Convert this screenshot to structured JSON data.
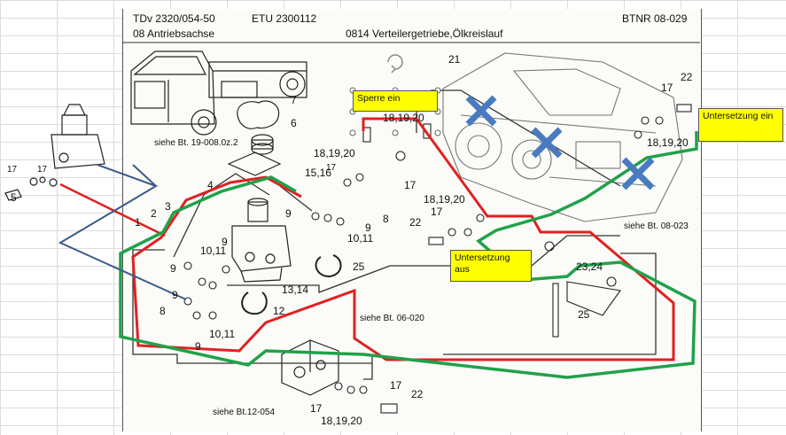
{
  "header": {
    "doc_code": "TDv 2320/054-50",
    "etu": "ETU 2300112",
    "btnr": "BTNR 08-029",
    "group": "08 Antriebsachse",
    "title": "0814 Verteilergetriebe,Ölkreislauf"
  },
  "notes": {
    "sperre": "Sperre ein",
    "untersetzung_ein": "Untersetzung ein",
    "untersetzung_aus": "Untersetzung aus"
  },
  "labels": {
    "l1": "1",
    "l2": "2",
    "l3": "3",
    "l4": "4",
    "l5": "5",
    "l6": "6",
    "l7": "7",
    "l8a": "8",
    "l8b": "8",
    "l9a": "9",
    "l9b": "9",
    "l9c": "9",
    "l9d": "9",
    "l9e": "9",
    "l9f": "9",
    "l1011a": "10,11",
    "l1011b": "10,11",
    "l1011c": "10,11",
    "l12": "12",
    "l1314": "13,14",
    "l1516": "15,16",
    "l17a": "17",
    "l17b": "17",
    "l17c": "17",
    "l17d": "17",
    "l17e": "17",
    "l17f": "17",
    "l17g": "17",
    "l17h": "17",
    "l181920a": "18,19,20",
    "l181920b": "18,19,20",
    "l181920c": "18,19,20",
    "l181920d": "18,19,20",
    "l181920e": "18,19,20",
    "l21": "21",
    "l22a": "22",
    "l22b": "22",
    "l22c": "22",
    "l2324": "23,24",
    "l25a": "25",
    "l25b": "25",
    "ref_19": "siehe Bt. 19-008.0z.2",
    "ref_08": "siehe Bt. 08-023",
    "ref_06": "siehe Bt. 06-020",
    "ref_12": "siehe Bt.12-054"
  },
  "colors": {
    "red_line": "#e02020",
    "green_line": "#1fa24a",
    "blue_line": "#3c5a8a",
    "blue_cross": "#4a7bbf",
    "note_bg": "#ffff00"
  }
}
